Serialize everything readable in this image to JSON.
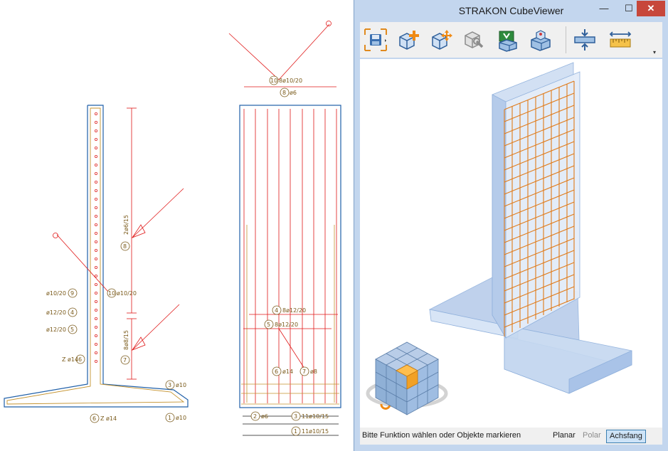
{
  "window": {
    "title": "STRAKON CubeViewer",
    "controls": {
      "minimize": "—",
      "maximize": "☐",
      "close": "✕"
    }
  },
  "toolbar": {
    "buttons": [
      {
        "name": "save-view",
        "icon": "save-icon"
      },
      {
        "name": "add-object",
        "icon": "cube-add-icon"
      },
      {
        "name": "move-object",
        "icon": "cube-move-icon"
      },
      {
        "name": "object-settings",
        "icon": "cube-tools-icon"
      },
      {
        "name": "export-view",
        "icon": "box-export-icon"
      },
      {
        "name": "object-info",
        "icon": "box-info-icon"
      },
      {
        "name": "section-view",
        "icon": "section-icon"
      },
      {
        "name": "measure",
        "icon": "ruler-icon"
      }
    ],
    "overflow": "▾"
  },
  "drawing": {
    "left_labels": [
      "ø10/20",
      "ø12/20",
      "ø12/20",
      "Z ø14"
    ],
    "left_marks": [
      "9",
      "4",
      "5",
      "6",
      "10",
      "8",
      "7",
      "3",
      "1",
      "6"
    ],
    "left_texts": [
      "ø10/20",
      "2ø6/15",
      "8ø8/15",
      "ø10",
      "ø10",
      "Z ø14"
    ],
    "right_marks": [
      "10",
      "8",
      "4",
      "5",
      "6",
      "7",
      "2",
      "3",
      "1"
    ],
    "right_texts": [
      "8ø10/20",
      "ø6",
      "8ø12/20",
      "8ø12/20",
      "ø14",
      "ø8",
      "ø6",
      "11ø10/15",
      "11ø10/15"
    ]
  },
  "statusbar": {
    "message": "Bitte Funktion wählen oder Objekte markieren",
    "planar": "Planar",
    "polar": "Polar",
    "achsfang": "Achsfang"
  },
  "colors": {
    "chrome": "#c3d6ee",
    "rebar": "#e07b1a",
    "concrete": "#a9c3e8",
    "annotation": "#e01818",
    "outline": "#1f5fa8",
    "reinforcement": "#c4922e"
  }
}
